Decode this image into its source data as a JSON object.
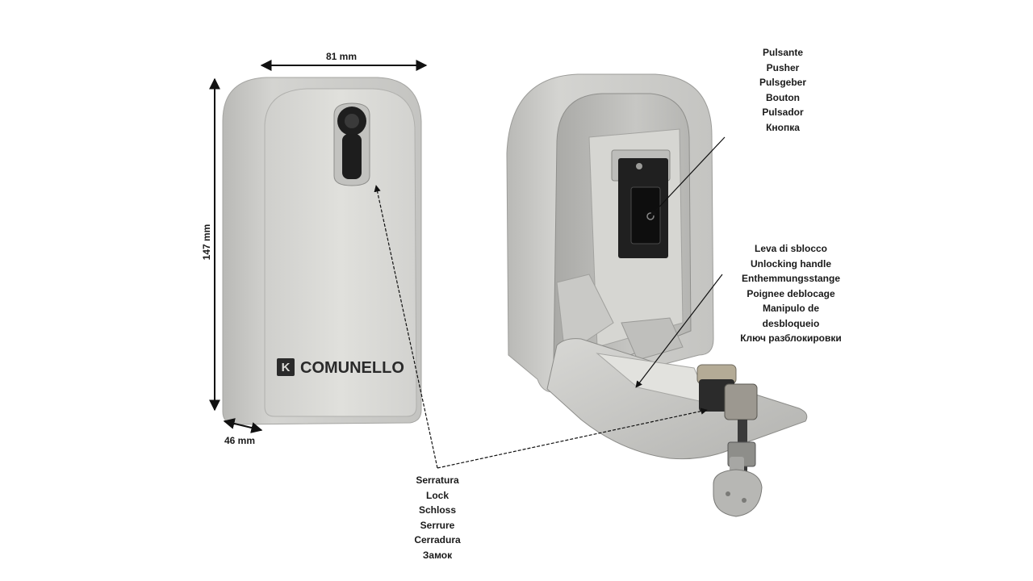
{
  "dimensions": {
    "width": "81 mm",
    "height": "147 mm",
    "depth": "46 mm"
  },
  "brand": {
    "logo_mark": "K",
    "logo_text": "COMUNELLO"
  },
  "callouts": {
    "pusher": [
      "Pulsante",
      "Pusher",
      "Pulsgeber",
      "Bouton",
      "Pulsador",
      "Кнопка"
    ],
    "unlocking_handle": [
      "Leva di sblocco",
      "Unlocking handle",
      "Enthemmungsstange",
      "Poignee deblocage",
      "Manipulo de",
      "desbloqueio",
      "Ключ разблокировки"
    ],
    "lock": [
      "Serratura",
      "Lock",
      "Schloss",
      "Serrure",
      "Cerradura",
      "Замок"
    ]
  },
  "colors": {
    "body_gray": "#c9c9c6",
    "panel_gray": "#dcdcd8",
    "dark": "#1d1d1d",
    "line": "#111111"
  }
}
